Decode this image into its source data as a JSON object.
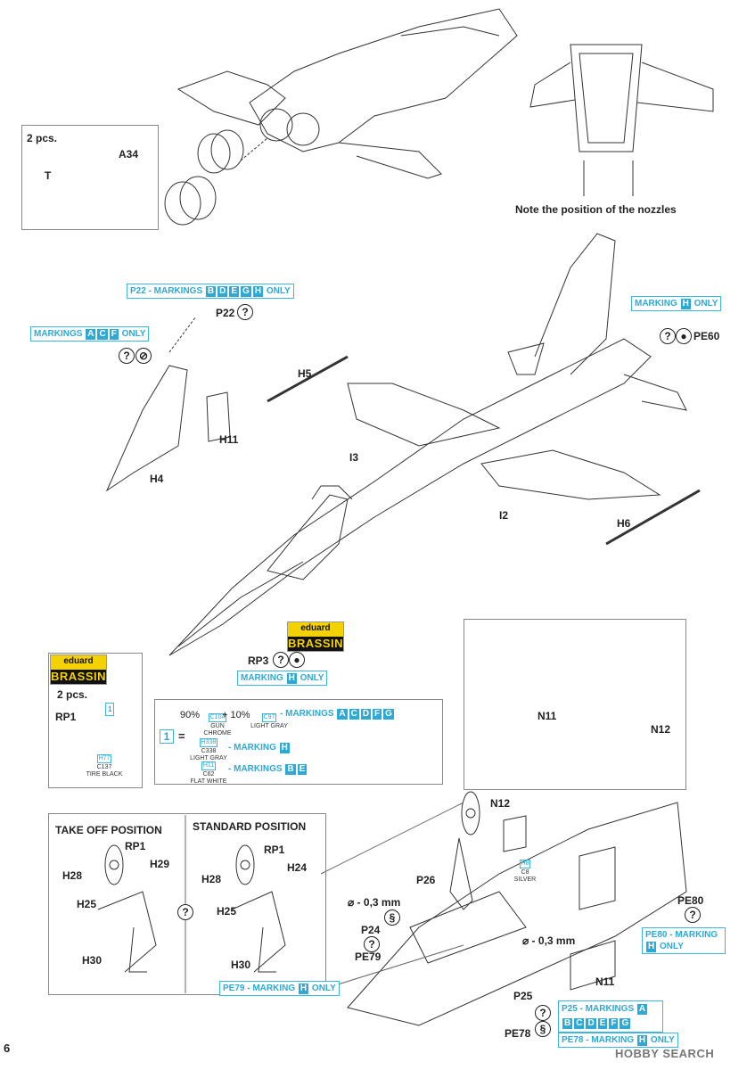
{
  "page_number": "6",
  "nozzles_note": "Note the position of the nozzles",
  "parts": {
    "two_pcs_top": "2 pcs.",
    "a34": "A34",
    "t": "T",
    "p22": "P22",
    "h5": "H5",
    "h11": "H11",
    "h4": "H4",
    "i3": "I3",
    "i2": "I2",
    "h6": "H6",
    "pe60": "PE60",
    "rp3": "RP3",
    "two_pcs_wheel": "2 pcs.",
    "rp1": "RP1",
    "n11_top": "N11",
    "n12_top": "N12",
    "n12_bottom": "N12",
    "p26": "P26",
    "p24": "P24",
    "pe79": "PE79",
    "pe80": "PE80",
    "n11_bottom": "N11",
    "p25": "P25",
    "pe78": "PE78",
    "minus03_a": "⌀ - 0,3 mm",
    "minus03_b": "⌀ - 0,3 mm",
    "rp1_takeoff": "RP1",
    "h29": "H29",
    "h28_a": "H28",
    "h25_a": "H25",
    "h30_a": "H30",
    "rp1_std": "RP1",
    "h24": "H24",
    "h28_b": "H28",
    "h25_b": "H25",
    "h30_b": "H30"
  },
  "markings": {
    "p22": {
      "prefix": "P22 - MARKINGS",
      "letters": [
        "B",
        "D",
        "E",
        "G",
        "H"
      ],
      "suffix": "ONLY"
    },
    "acf": {
      "prefix": "MARKINGS",
      "letters": [
        "A",
        "C",
        "F"
      ],
      "suffix": "ONLY"
    },
    "h_top": {
      "prefix": "MARKING",
      "letters": [
        "H"
      ],
      "suffix": "ONLY"
    },
    "h_rp3": {
      "prefix": "MARKING",
      "letters": [
        "H"
      ],
      "suffix": "ONLY"
    },
    "pe79": {
      "prefix": "PE79 - MARKING",
      "letters": [
        "H"
      ],
      "suffix": "ONLY"
    },
    "pe80": {
      "prefix": "PE80 - MARKING",
      "letters": [
        "H"
      ],
      "suffix": "ONLY"
    },
    "p25": {
      "prefix": "P25 - MARKINGS",
      "letters": [
        "A",
        "B",
        "C",
        "D",
        "E",
        "F",
        "G"
      ],
      "suffix": ""
    },
    "pe78": {
      "prefix": "PE78 - MARKING",
      "letters": [
        "H"
      ],
      "suffix": "ONLY"
    }
  },
  "positions": {
    "takeoff": "TAKE OFF POSITION",
    "standard": "STANDARD POSITION"
  },
  "paint_table": {
    "step": "1",
    "equals": "=",
    "row1": {
      "pct1": "90%",
      "code1": "C104",
      "name1": "GUN CHROME",
      "plus": "+ 10%",
      "code2": "C97",
      "name2": "LIGHT GRAY",
      "label": "- MARKINGS",
      "letters": [
        "A",
        "C",
        "D",
        "F",
        "G"
      ]
    },
    "row2": {
      "code_a": "H338",
      "code_b": "C338",
      "name": "LIGHT GRAY",
      "label": "- MARKING",
      "letters": [
        "H"
      ]
    },
    "row3": {
      "code_a": "H11",
      "code_b": "C62",
      "name": "FLAT WHITE",
      "label": "- MARKINGS",
      "letters": [
        "B",
        "E"
      ]
    }
  },
  "wheel_paint": {
    "step": "1",
    "code_a": "H77",
    "code_b": "C137",
    "name": "TIRE BLACK"
  },
  "silver_paint": {
    "code_a": "H8",
    "code_b": "C8",
    "name": "SILVER"
  },
  "brassin": {
    "brand": "eduard",
    "product": "BRASSIN"
  },
  "watermark": "HOBBY SEARCH",
  "colors": {
    "accent": "#2ea9d6",
    "brassin_yellow": "#f4d100",
    "line": "#222222"
  }
}
